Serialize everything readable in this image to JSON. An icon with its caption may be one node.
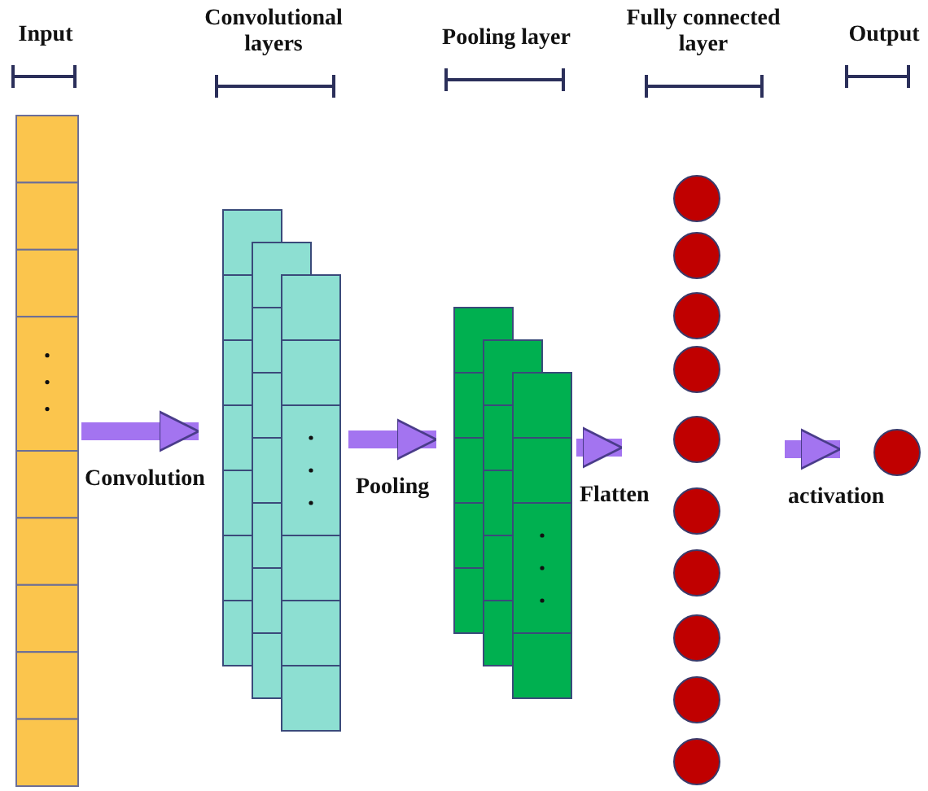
{
  "diagram": {
    "nodes": [
      {
        "text": [
          "Input"
        ]
      },
      {
        "text": [
          "Convolutional layers"
        ]
      },
      {
        "text": [
          "Pooling layer"
        ]
      },
      {
        "text": [
          "Fully connected layer"
        ]
      },
      {
        "text": [
          "Output"
        ]
      }
    ],
    "edges": [
      {
        "from": 0,
        "to": 1,
        "arrow": "to",
        "label": "Convolution"
      },
      {
        "from": 1,
        "to": 2,
        "arrow": "to",
        "label": "Pooling"
      },
      {
        "from": 2,
        "to": 3,
        "arrow": "to",
        "label": "Flatten"
      },
      {
        "from": 3,
        "to": 4,
        "arrow": "to",
        "label": "activation"
      }
    ]
  }
}
